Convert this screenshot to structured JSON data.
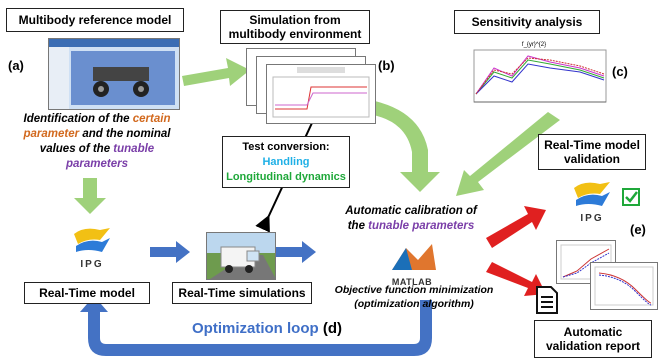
{
  "colors": {
    "green_arrow": "#9fd17a",
    "blue_arrow": "#4472c4",
    "red_arrow": "#e02020",
    "handling": "#1fb0e6",
    "longitudinal": "#1fa83a",
    "certain": "#d2691e",
    "tunable": "#7a3ea8",
    "loop_text": "#3f6fc7"
  },
  "boxes": {
    "multibody_ref": "Multibody reference model",
    "simulation": "Simulation from multibody environment",
    "sensitivity": "Sensitivity analysis",
    "rt_validation": "Real-Time model validation",
    "rt_model": "Real-Time model",
    "rt_simulations": "Real-Time simulations",
    "auto_report": "Automatic validation report",
    "test_conversion_title": "Test conversion:",
    "handling": "Handling",
    "longitudinal": "Longitudinal dynamics"
  },
  "labels": {
    "a": "(a)",
    "b": "(b)",
    "c": "(c)",
    "d": "(d)",
    "e": "(e)"
  },
  "identification": {
    "p1": "Identification of the ",
    "certain": "certain parameter",
    "p2": " and the nominal values of the ",
    "tunable": "tunable parameters"
  },
  "calibration": {
    "p1": "Automatic calibration of the ",
    "tunable": "tunable parameters"
  },
  "objective": {
    "line1": "Objective function minimization",
    "line2": "(optimization algorithm)"
  },
  "optimization_loop": "Optimization loop",
  "logos": {
    "ipg": "IPG",
    "matlab": "MATLAB"
  },
  "sensitivity_plot_title": "f_{yr}^{2}"
}
